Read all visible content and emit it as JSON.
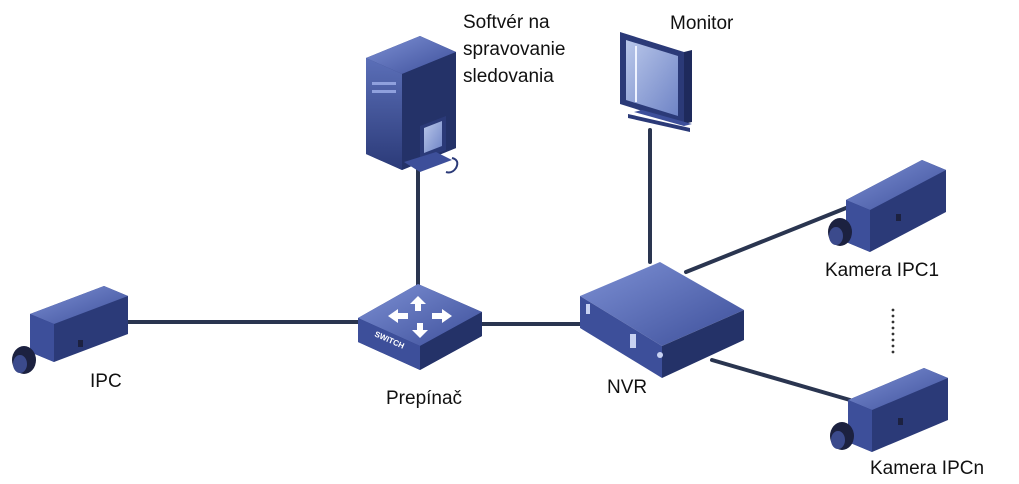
{
  "labels": {
    "software_line1": "Softvér na",
    "software_line2": "spravovanie",
    "software_line3": "sledovania",
    "monitor": "Monitor",
    "ipc1": "Kamera IPC1",
    "ipcn": "Kamera IPCn",
    "ipc": "IPC",
    "switch": "Prepínač",
    "nvr": "NVR",
    "switch_plate": "SWITCH"
  },
  "colors": {
    "cable": "#2a3550",
    "device_dark": "#2b3a78",
    "device_mid": "#3d4f9a",
    "device_light": "#5b6fb8",
    "lens": "#1c2140",
    "background": "#ffffff"
  }
}
